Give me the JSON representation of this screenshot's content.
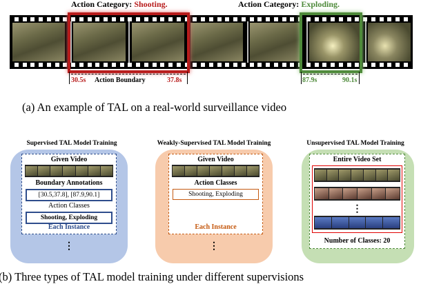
{
  "panel_a": {
    "title_shooting_prefix": "Action Category: ",
    "title_shooting_value": "Shooting.",
    "title_exploding_prefix": "Action Category: ",
    "title_exploding_value": "Exploding.",
    "shooting_start": "30.5s",
    "shooting_end": "37.8s",
    "boundary_label": "Action Boundary",
    "exploding_start": "87.9s",
    "exploding_end": "90.1s",
    "caption": "(a)  An example of TAL on a real-world surveillance video",
    "colors": {
      "shooting": "#b81c1c",
      "exploding": "#4e8a3a"
    }
  },
  "panel_b": {
    "supervised": {
      "title": "Supervised TAL Model Training",
      "given_video": "Given Video",
      "boundary_annotations": "Boundary Annotations",
      "boundary_values": "[30.5,37.8], [87.9,90.1]",
      "action_classes": "Action Classes",
      "classes_values": "Shooting, Exploding",
      "each_instance": "Each Instance",
      "ellipsis": "⋮",
      "colors": {
        "bg": "#b4c6e7",
        "accent": "#2e4d8c"
      }
    },
    "weakly": {
      "title": "Weakly-Supervised TAL Model Training",
      "given_video": "Given Video",
      "action_classes": "Action Classes",
      "classes_values": "Shooting, Exploding",
      "each_instance": "Each Instance",
      "ellipsis": "⋮",
      "colors": {
        "bg": "#f7cbac",
        "accent": "#c55a11"
      }
    },
    "unsupervised": {
      "title": "Unsupervised TAL Model Training",
      "entire_set": "Entire Video Set",
      "ellipsis": "⋮",
      "num_classes": "Number of Classes: 20",
      "colors": {
        "bg": "#c5dfb4",
        "accent": "#e00000",
        "dash": "#4e8a3a"
      }
    },
    "caption": "(b)  Three types of TAL model training under different supervisions"
  }
}
